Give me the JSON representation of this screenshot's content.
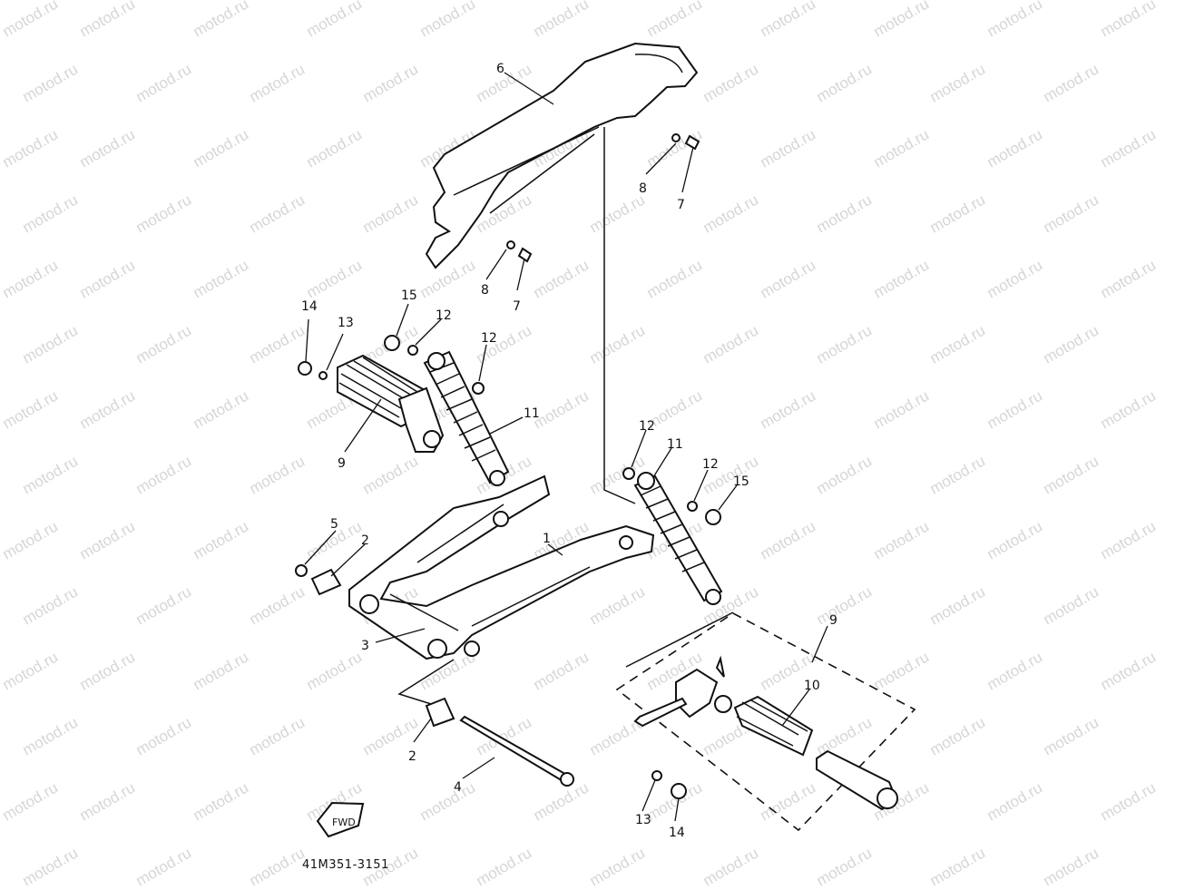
{
  "watermark": "motod.ru",
  "diagram_code": "41M351-3151",
  "fwd_label": "FWD",
  "callouts": {
    "c1": "1",
    "c2a": "2",
    "c2b": "2",
    "c3": "3",
    "c4": "4",
    "c5": "5",
    "c6": "6",
    "c7a": "7",
    "c7b": "7",
    "c8a": "8",
    "c8b": "8",
    "c9a": "9",
    "c9b": "9",
    "c10": "10",
    "c11a": "11",
    "c11b": "11",
    "c12a": "12",
    "c12b": "12",
    "c12c": "12",
    "c12d": "12",
    "c13a": "13",
    "c13b": "13",
    "c14a": "14",
    "c14b": "14",
    "c15a": "15",
    "c15b": "15"
  }
}
